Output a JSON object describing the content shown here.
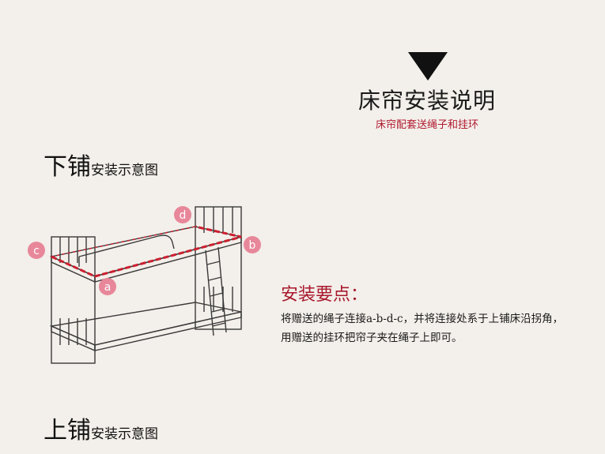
{
  "header": {
    "title": "床帘安装说明",
    "subtitle": "床帘配套送绳子和挂环"
  },
  "lower_bunk": {
    "title_big": "下铺",
    "title_small": "安装示意图",
    "points": {
      "a": "a",
      "b": "b",
      "c": "c",
      "d": "d"
    }
  },
  "notes": {
    "title": "安装要点：",
    "body": "将赠送的绳子连接a-b-d-c，并将连接处系于上铺床沿拐角，用赠送的挂环把帘子夹在绳子上即可。"
  },
  "upper_bunk": {
    "title_big": "上铺",
    "title_small": "安装示意图"
  },
  "colors": {
    "accent": "#a8182c",
    "marker": "#e8879a",
    "rope": "#cc1f2f",
    "background": "#f3efea"
  }
}
